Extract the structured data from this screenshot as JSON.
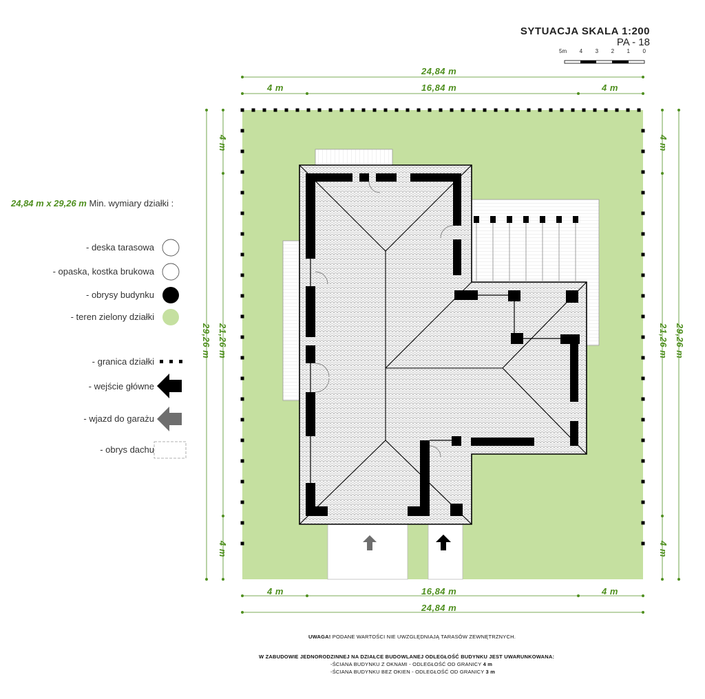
{
  "header": {
    "title": "SYTUACJA SKALA 1:200",
    "project": "PA - 18",
    "scale_ticks": [
      "0",
      "1",
      "2",
      "3",
      "4",
      "5m"
    ]
  },
  "dimensions": {
    "top_total": "24,84 m",
    "top_left": "4 m",
    "top_mid": "16,84 m",
    "top_right": "4 m",
    "bottom_left": "4 m",
    "bottom_mid": "16,84 m",
    "bottom_right": "4 m",
    "bottom_total": "24,84 m",
    "left_top": "4 m",
    "left_mid": "21,26 m",
    "left_bottom": "4 m",
    "left_total": "29,26 m",
    "right_top": "4 m",
    "right_mid": "21,26 m",
    "right_bottom": "4 m",
    "right_total": "29,26 m"
  },
  "min_size": {
    "label": "Min. wymiary działki :",
    "value": "24,84 m x 29,26 m"
  },
  "legend": [
    {
      "label": "- deska tarasowa",
      "swatch": "#ffffff"
    },
    {
      "label": "- opaska, kostka brukowa",
      "swatch": "#ffffff"
    },
    {
      "label": "- obrysy budynku",
      "swatch": "#000000"
    },
    {
      "label": "- teren zielony działki",
      "swatch": "#c5e0a0"
    },
    {
      "label": "- granica działki",
      "swatch": "dots"
    },
    {
      "label": "- wejście główne",
      "swatch": "#000000"
    },
    {
      "label": "- wjazd do garażu",
      "swatch": "#6e6e6e"
    },
    {
      "label": "- obrys dachu",
      "swatch": "dashed"
    }
  ],
  "notes": {
    "uwaga_bold": "UWAGA!",
    "uwaga_text": " PODANE WARTOŚCI NIE UWZGLĘDNIAJĄ TARASÓW ZEWNĘTRZNYCH.",
    "rule_title": "W ZABUDOWIE JEDNORODZINNEJ NA DZIAŁCE BUDOWLANEJ ODLEGŁOŚĆ BUDYNKU JEST UWARUNKOWANA:",
    "rule_line1": "-ŚCIANA BUDYNKU Z OKNAMI - ODLEGŁOŚĆ OD GRANICY ",
    "rule_line1_val": "4 m",
    "rule_line2": "-ŚCIANA BUDYNKU BEZ OKIEN - ODLEGŁOŚĆ OD GRANICY ",
    "rule_line2_val": "3 m"
  },
  "colors": {
    "green": "#c5e0a0",
    "dim_green": "#4f8f1f",
    "black": "#000000",
    "grey_arrow": "#6e6e6e"
  }
}
